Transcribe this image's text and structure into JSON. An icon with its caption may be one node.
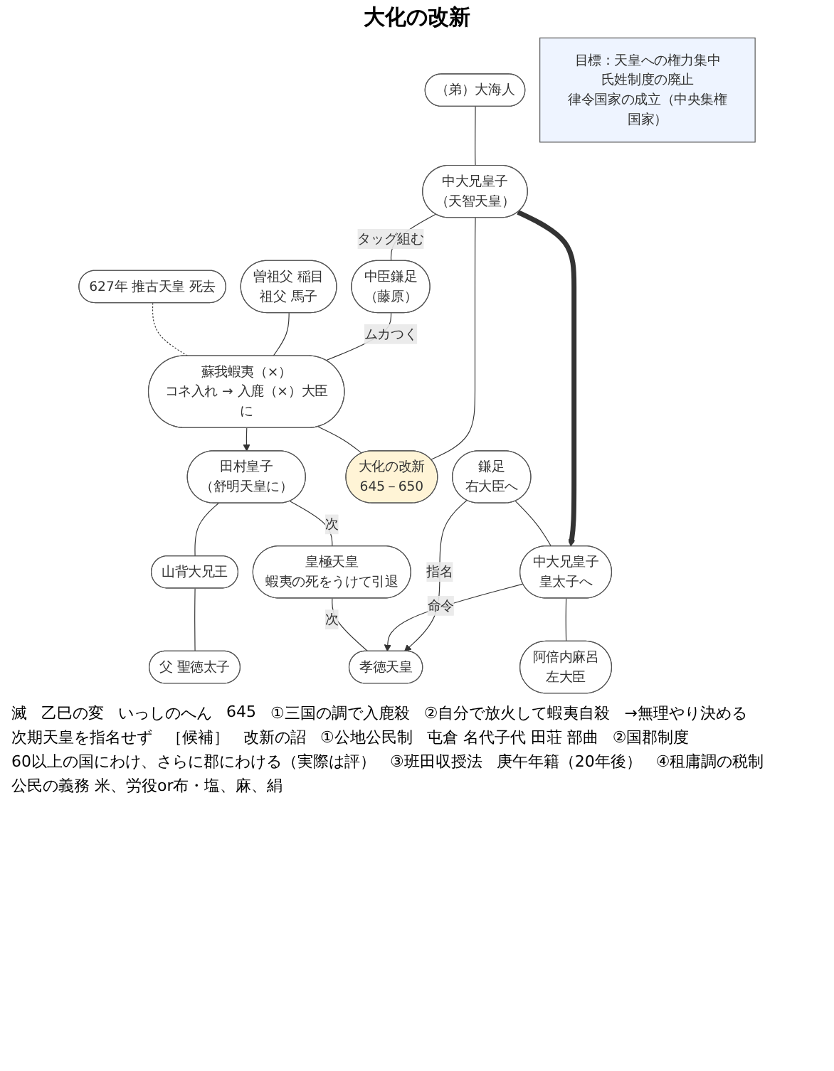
{
  "diagram": {
    "title": "大化の改新",
    "nodes": [
      {
        "text": [
          "（弟）大海人"
        ]
      },
      {
        "text": [
          "中大兄皇子",
          "（天智天皇）"
        ]
      },
      {
        "text": [
          "中臣鎌足",
          "（藤原）"
        ]
      },
      {
        "text": [
          "曽祖父 稲目",
          "祖父 馬子"
        ]
      },
      {
        "text": [
          "蘇我蝦夷（×）",
          "コネ入れ → 入鹿（×）大臣に"
        ]
      },
      {
        "text": [
          "627年 推古天皇 死去"
        ]
      },
      {
        "text": [
          "田村皇子",
          "（舒明天皇に）"
        ]
      },
      {
        "text": [
          "山背大兄王"
        ]
      },
      {
        "text": [
          "父 聖徳太子"
        ]
      },
      {
        "text": [
          "大化の改新",
          "645－650"
        ]
      },
      {
        "text": [
          "皇極天皇",
          "蝦夷の死をうけて引退"
        ]
      },
      {
        "text": [
          "鎌足",
          "右大臣へ"
        ]
      },
      {
        "text": [
          "中大兄皇子",
          "皇太子へ"
        ]
      },
      {
        "text": [
          "孝徳天皇"
        ]
      },
      {
        "text": [
          "阿倍内麻呂",
          "左大臣"
        ]
      },
      {
        "text": [
          "目標：天皇への権力集中",
          "氏姓制度の廃止",
          "律令国家の成立（中央集権国家）"
        ]
      }
    ],
    "edges": [
      {
        "from": 0,
        "to": 1,
        "arrow": "none"
      },
      {
        "from": 1,
        "to": 2,
        "arrow": "none",
        "label": "タッグ組む"
      },
      {
        "from": 2,
        "to": 4,
        "arrow": "none",
        "label": "ムカつく"
      },
      {
        "from": 3,
        "to": 4,
        "arrow": "none"
      },
      {
        "from": 5,
        "to": 4,
        "arrow": "none",
        "style": "dashed"
      },
      {
        "from": 4,
        "to": 6,
        "arrow": "to"
      },
      {
        "from": 6,
        "to": 7,
        "arrow": "none"
      },
      {
        "from": 7,
        "to": 8,
        "arrow": "none"
      },
      {
        "from": 1,
        "to": 9,
        "arrow": "none"
      },
      {
        "from": 4,
        "to": 9,
        "arrow": "none"
      },
      {
        "from": 6,
        "to": 10,
        "arrow": "none",
        "label": "次"
      },
      {
        "from": 1,
        "to": 12,
        "arrow": "to",
        "style": "thick"
      },
      {
        "from": 11,
        "to": 12,
        "arrow": "none"
      },
      {
        "from": 11,
        "to": 13,
        "arrow": "to",
        "label": "指名"
      },
      {
        "from": 12,
        "to": 13,
        "arrow": "to",
        "label": "命令"
      },
      {
        "from": 10,
        "to": 13,
        "arrow": "none",
        "label": "次"
      },
      {
        "from": 12,
        "to": 14,
        "arrow": "none"
      }
    ],
    "labels": [
      "滅",
      "乙巳の変",
      "いっしのへん",
      "645",
      "①三国の調で入鹿殺",
      "②自分で放火して蝦夷自殺",
      "→無理やり決める",
      "次期天皇を指名せず",
      "［候補］",
      "改新の詔",
      "①公地公民制",
      "屯倉 名代子代 田荘 部曲",
      "②国郡制度",
      "60以上の国にわけ、さらに郡にわける（実際は評）",
      "③班田収授法",
      "庚午年籍（20年後）",
      "④租庸調の税制",
      "公民の義務 米、労役or布・塩、麻、絹"
    ]
  }
}
